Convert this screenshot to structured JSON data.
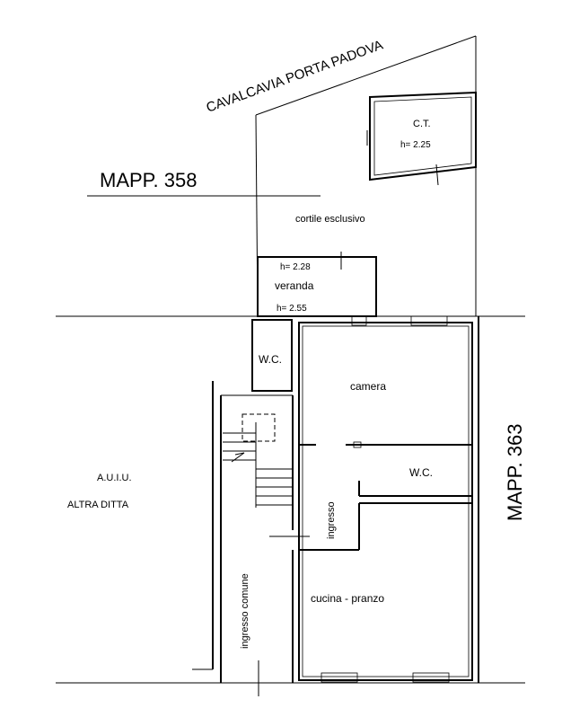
{
  "labels": {
    "street": "CAVALCAVIA PORTA PADOVA",
    "mapp_358": "MAPP. 358",
    "mapp_363": "MAPP. 363",
    "ct": "C.T.",
    "ct_h": "h= 2.25",
    "cortile": "cortile esclusivo",
    "veranda_h_top": "h= 2.28",
    "veranda": "veranda",
    "veranda_h_bottom": "h= 2.55",
    "wc_top": "W.C.",
    "camera": "camera",
    "wc_right": "W.C.",
    "aiu": "A.U.I.U.",
    "altra_ditta": "ALTRA DITTA",
    "ingresso": "ingresso",
    "ingresso_comune": "ingresso comune",
    "cucina": "cucina - pranzo"
  }
}
